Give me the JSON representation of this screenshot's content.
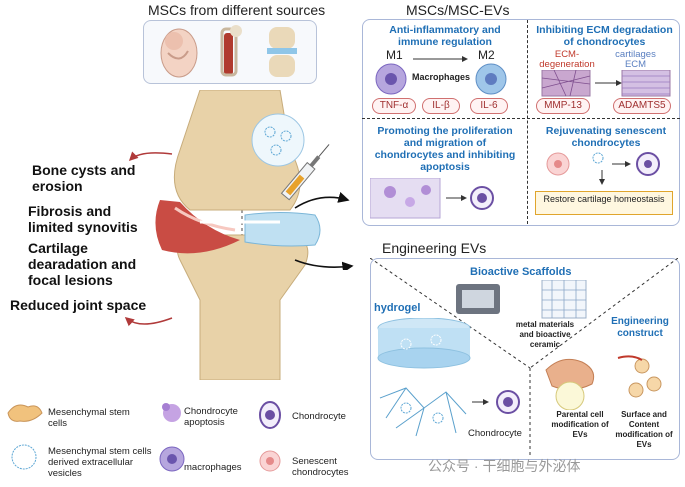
{
  "sources": {
    "title": "MSCs from different sources"
  },
  "evs": {
    "title": "MSCs/MSC-EVs",
    "anti": {
      "title": "Anti-inflammatory and immune regulation",
      "m1": "M1",
      "m2": "M2",
      "macro": "Macrophages",
      "cytokines": [
        "TNF-α",
        "IL-β",
        "IL-6"
      ]
    },
    "ecm": {
      "title": "Inhibiting ECM degradation of chondrocytes",
      "degeneration": "ECM-degeneration",
      "cartilage": "cartilages ECM",
      "markers": [
        "MMP-13",
        "ADAMTS5"
      ]
    },
    "prolif": {
      "title": "Promoting the proliferation and migration of chondrocytes and inhibiting apoptosis"
    },
    "rejuv": {
      "title": "Rejuvenating senescent chondrocytes",
      "restore": "Restore cartilage homeostasis"
    }
  },
  "left": {
    "items": [
      "Bone cysts and erosion",
      "Fibrosis and limited synovitis",
      "Cartilage dearadation and focal lesions",
      "Reduced joint space"
    ]
  },
  "engineering": {
    "title": "Engineering EVs",
    "scaffolds": "Bioactive Scaffolds",
    "metal": "metal materials and bioactive ceramic",
    "hydrogel": "hydrogel",
    "chondrocyte": "Chondrocyte",
    "construct": "Engineering construct",
    "parental": "Parental cell modification of EVs",
    "surface": "Surface and Content modification of EVs"
  },
  "legend": {
    "msc": "Mesenchymal stem cells",
    "apoptosis": "Chondrocyte apoptosis",
    "chondrocyte": "Chondrocyte",
    "evs": "Mesenchymal stem cells derived extracellular vesicles",
    "macrophages": "macrophages",
    "senescent": "Senescent chondrocytes"
  },
  "watermark": "公众号 · 干细胞与外泌体",
  "colors": {
    "accent": "#1f6fb5",
    "red": "#c0392b",
    "panel_border": "#a9b7d8"
  }
}
